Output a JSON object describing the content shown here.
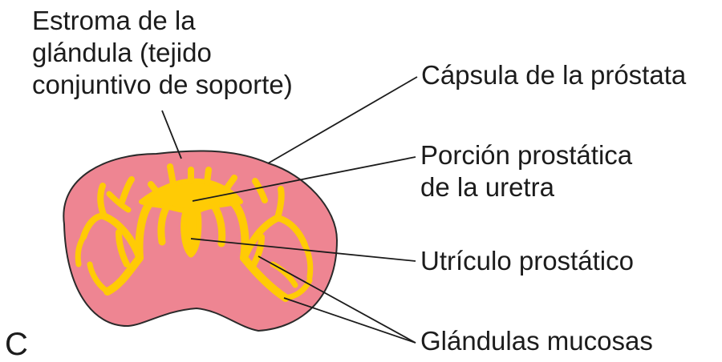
{
  "panel_letter": "C",
  "labels": {
    "stroma": [
      "Estroma de la",
      "glándula (tejido",
      "conjuntivo de soporte)"
    ],
    "capsule": "Cápsula de la próstata",
    "urethra": [
      "Porción prostática",
      "de la uretra"
    ],
    "utricle": "Utrículo prostático",
    "glands": "Glándulas mucosas"
  },
  "colors": {
    "stroma_fill": "#ee8592",
    "capsule_outline": "#2a2a2a",
    "gland_fill": "#ffcb05",
    "gland_outline": "#c39a00",
    "leader_line": "#1c1c1c",
    "text": "#1c1c1c"
  }
}
